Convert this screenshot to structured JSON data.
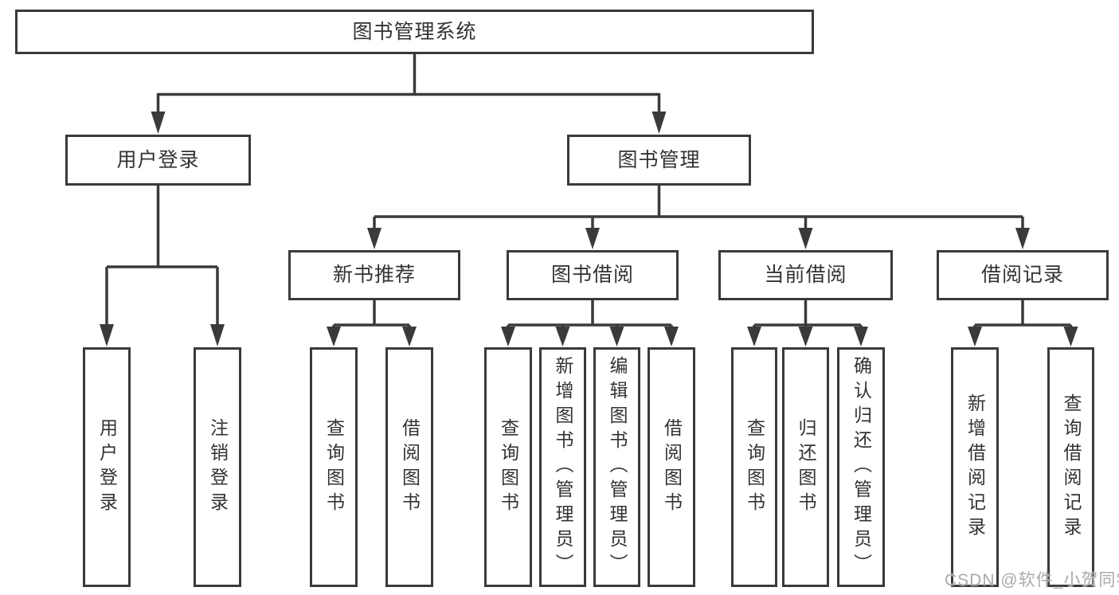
{
  "diagram": {
    "root": {
      "label": "图书管理系统"
    },
    "level2": [
      {
        "label": "用户登录"
      },
      {
        "label": "图书管理"
      }
    ],
    "level3": [
      {
        "label": "新书推荐"
      },
      {
        "label": "图书借阅"
      },
      {
        "label": "当前借阅"
      },
      {
        "label": "借阅记录"
      }
    ],
    "leaves": [
      {
        "label": "用户登录"
      },
      {
        "label": "注销登录"
      },
      {
        "label": "查询图书"
      },
      {
        "label": "借阅图书"
      },
      {
        "label": "查询图书"
      },
      {
        "label": "新增图书（管理员）"
      },
      {
        "label": "编辑图书（管理员）"
      },
      {
        "label": "借阅图书"
      },
      {
        "label": "查询图书"
      },
      {
        "label": "归还图书"
      },
      {
        "label": "确认归还（管理员）"
      },
      {
        "label": "新增借阅记录"
      },
      {
        "label": "查询借阅记录"
      }
    ],
    "watermark": "CSDN @软件_小贺同学",
    "colors": {
      "line": "#3a3a3a",
      "text": "#333333",
      "watermark": "#a9a9af",
      "background": "#ffffff"
    }
  }
}
